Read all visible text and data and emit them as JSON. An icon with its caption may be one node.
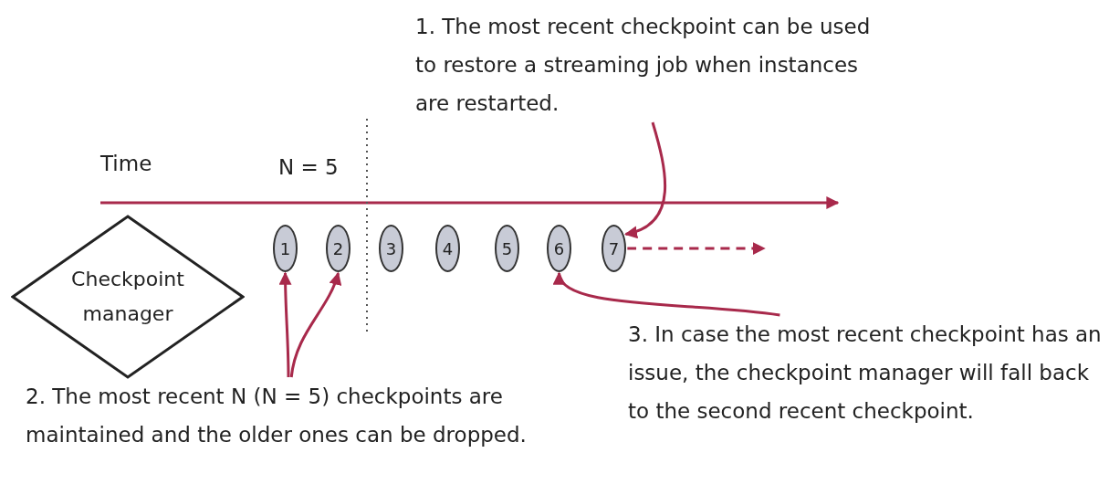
{
  "diagram": {
    "nodes": [
      {
        "text": [
          "Checkpoint manager"
        ]
      },
      {
        "text": [
          "1"
        ]
      },
      {
        "text": [
          "2"
        ]
      },
      {
        "text": [
          "3"
        ]
      },
      {
        "text": [
          "4"
        ]
      },
      {
        "text": [
          "5"
        ]
      },
      {
        "text": [
          "6"
        ]
      },
      {
        "text": [
          "7"
        ]
      },
      {
        "text": [
          "1. The most recent checkpoint can be used to restore a streaming job when instances are restarted."
        ]
      },
      {
        "text": [
          "2. The most recent N (N = 5) checkpoints are maintained and the older ones can be dropped."
        ]
      },
      {
        "text": [
          "3. In case the most recent checkpoint has an issue, the checkpoint manager will fall back to the second recent checkpoint."
        ]
      }
    ],
    "edges": [
      {
        "from": 8,
        "to": 7,
        "arrow": "to"
      },
      {
        "from": 9,
        "to": 1,
        "arrow": "to"
      },
      {
        "from": 9,
        "to": 2,
        "arrow": "to"
      },
      {
        "from": 10,
        "to": 6,
        "arrow": "to"
      },
      {
        "from": 7,
        "to": null,
        "arrow": "to",
        "style": "dashed"
      }
    ],
    "labels": [
      "Time",
      "N = 5"
    ]
  }
}
